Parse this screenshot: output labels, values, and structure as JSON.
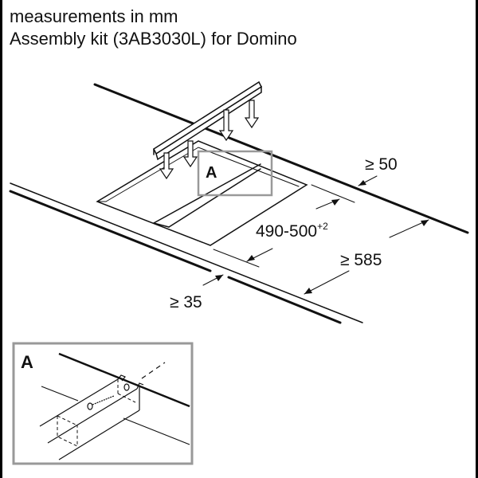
{
  "title": {
    "line1": "measurements in mm",
    "line2": "Assembly kit (3AB3030L) for Domino"
  },
  "dimensions": {
    "rear_clearance": "≥ 50",
    "cutout_width": "490-500",
    "cutout_tolerance": "+2",
    "depth": "≥ 585",
    "front_clearance": "≥ 35"
  },
  "detail_label": "A",
  "colors": {
    "line": "#111111",
    "detail_frame": "#999999"
  }
}
